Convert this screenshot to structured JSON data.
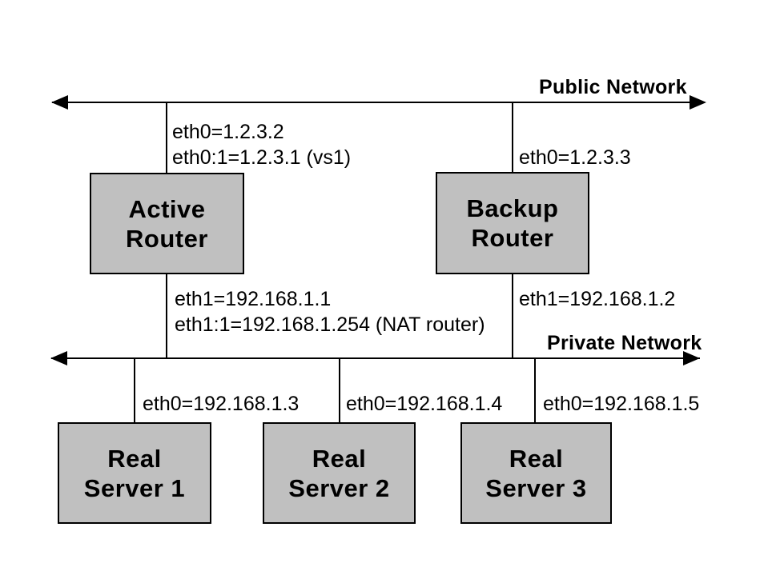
{
  "colors": {
    "box_fill": "#c0c0c0",
    "line": "#000000",
    "background": "#ffffff",
    "text": "#000000"
  },
  "public_network": {
    "label": "Public Network"
  },
  "private_network": {
    "label": "Private Network"
  },
  "active_router": {
    "line1": "Active",
    "line2": "Router",
    "eth0": "eth0=1.2.3.2",
    "eth0_alias": "eth0:1=1.2.3.1 (vs1)",
    "eth1": "eth1=192.168.1.1",
    "eth1_alias": "eth1:1=192.168.1.254 (NAT router)"
  },
  "backup_router": {
    "line1": "Backup",
    "line2": "Router",
    "eth0": "eth0=1.2.3.3",
    "eth1": "eth1=192.168.1.2"
  },
  "servers": [
    {
      "line1": "Real",
      "line2": "Server 1",
      "eth0": "eth0=192.168.1.3"
    },
    {
      "line1": "Real",
      "line2": "Server 2",
      "eth0": "eth0=192.168.1.4"
    },
    {
      "line1": "Real",
      "line2": "Server 3",
      "eth0": "eth0=192.168.1.5"
    }
  ]
}
